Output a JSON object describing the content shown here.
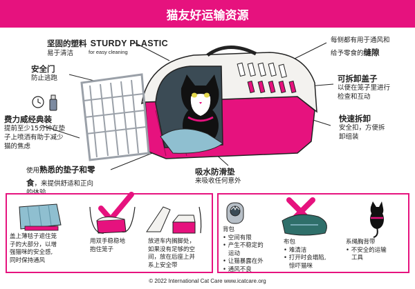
{
  "header": {
    "title": "猫友好运输资源"
  },
  "labels": {
    "sturdy": {
      "title": "坚固的塑料",
      "title_en": "STURDY PLASTIC",
      "sub_en": "for easy cleaning",
      "sub": "易于清洁"
    },
    "door": {
      "title": "安全门",
      "sub": "防止逃跑"
    },
    "spray": {
      "title": "费力威经典装",
      "body": [
        "提前至少15分钟在垫",
        "子上喷洒有助于减少",
        "猫的焦虑"
      ]
    },
    "bedding": {
      "prefix": "使用",
      "bold1": "熟悉的垫子和零",
      "bold2": "食",
      "rest": "，来提供舒适和正向",
      "line3": "的体验"
    },
    "absorb": {
      "title": "吸水防滑垫",
      "sub": "来吸收任何意外"
    },
    "gaps": {
      "line1": "每侧都有用于通风和",
      "line2_prefix": "给予零食的",
      "line2_bold": "缝隙"
    },
    "lid": {
      "title": "可拆卸盖子",
      "body": [
        "以便在笼子里进行",
        "检查和互动"
      ]
    },
    "quick": {
      "title": "快速拆卸",
      "body": [
        "安全扣，方便拆",
        "卸组装"
      ]
    }
  },
  "panels": {
    "good": {
      "blanket": [
        "盖上薄毯子遮住笼",
        "子的大部分，以增",
        "强猫咪的安全感,",
        "同时保持通风"
      ],
      "hands": [
        "用双手稳稳地",
        "抱住笼子"
      ],
      "car": [
        "放进车内搁脚处，",
        "如果没有足够的空",
        "间，放在后座上并",
        "系上安全带"
      ]
    },
    "bad": {
      "backpack": {
        "title": "背包",
        "items": [
          "空间有限",
          "产生不稳定的",
          "运动",
          "让猫暴露在外",
          "通风不良"
        ]
      },
      "bag": {
        "title": "布包",
        "items": [
          "难清洁",
          "打开时会塌陷,",
          "惊吓猫咪"
        ]
      },
      "harness": {
        "title": "系绳胸背带",
        "items": [
          "不安全的运输",
          "工具"
        ]
      }
    }
  },
  "footer": {
    "text": "© 2022 International Cat Care  www.icatcare.org"
  },
  "colors": {
    "accent": "#e6127e",
    "carrier_top": "#f3f2ef",
    "grey": "#9aa0a8",
    "mat": "#8fbfd0"
  }
}
